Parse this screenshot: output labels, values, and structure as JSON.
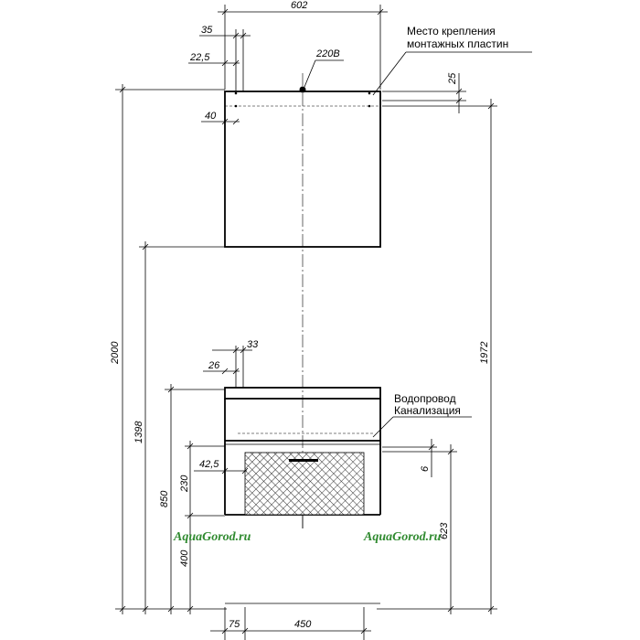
{
  "dimensions": {
    "top_width": "602",
    "d35": "35",
    "d22_5": "22,5",
    "d40": "40",
    "d25": "25",
    "total_height": "2000",
    "d1972": "1972",
    "d1398": "1398",
    "d33": "33",
    "d26": "26",
    "d850": "850",
    "d230": "230",
    "d42_5": "42,5",
    "d6": "6",
    "d400": "400",
    "d623": "623",
    "d75": "75",
    "d450": "450"
  },
  "labels": {
    "power": "220В",
    "mounting_line1": "Место крепления",
    "mounting_line2": "монтажных пластин",
    "water": "Водопровод",
    "sewer": "Канализация"
  },
  "watermarks": {
    "left": "AquaGorod.ru",
    "right": "AquaGorod.ru"
  }
}
